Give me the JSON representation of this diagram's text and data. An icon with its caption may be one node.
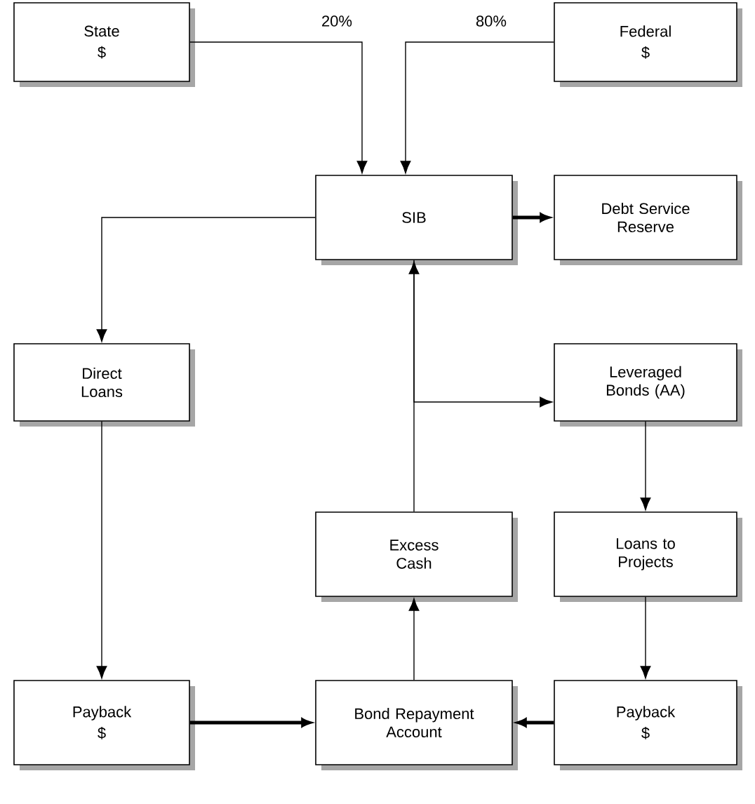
{
  "diagram": {
    "nodes": [
      {
        "text": [
          "State",
          "$"
        ]
      },
      {
        "text": [
          "Federal",
          "$"
        ]
      },
      {
        "text": [
          "SIB"
        ]
      },
      {
        "text": [
          "Debt Service Reserve"
        ]
      },
      {
        "text": [
          "Direct Loans"
        ]
      },
      {
        "text": [
          "Leveraged Bonds (AA)"
        ]
      },
      {
        "text": [
          "Excess Cash"
        ]
      },
      {
        "text": [
          "Loans to Projects"
        ]
      },
      {
        "text": [
          "Payback",
          "$"
        ]
      },
      {
        "text": [
          "Bond Repayment Account"
        ]
      },
      {
        "text": [
          "Payback",
          "$"
        ]
      }
    ],
    "edges": [
      {
        "from": 0,
        "to": 2,
        "arrow": "to",
        "label": "20%"
      },
      {
        "from": 1,
        "to": 2,
        "arrow": "to",
        "label": "80%"
      },
      {
        "from": 2,
        "to": 3,
        "arrow": "to",
        "style": "thick"
      },
      {
        "from": 2,
        "to": 4,
        "arrow": "to"
      },
      {
        "from": 2,
        "to": 5,
        "arrow": "to"
      },
      {
        "from": 5,
        "to": 7,
        "arrow": "to"
      },
      {
        "from": 6,
        "to": 2,
        "arrow": "to"
      },
      {
        "from": 4,
        "to": 8,
        "arrow": "to"
      },
      {
        "from": 7,
        "to": 10,
        "arrow": "to"
      },
      {
        "from": 8,
        "to": 9,
        "arrow": "to",
        "style": "thick"
      },
      {
        "from": 10,
        "to": 9,
        "arrow": "to",
        "style": "thick"
      },
      {
        "from": 9,
        "to": 6,
        "arrow": "to"
      }
    ]
  }
}
